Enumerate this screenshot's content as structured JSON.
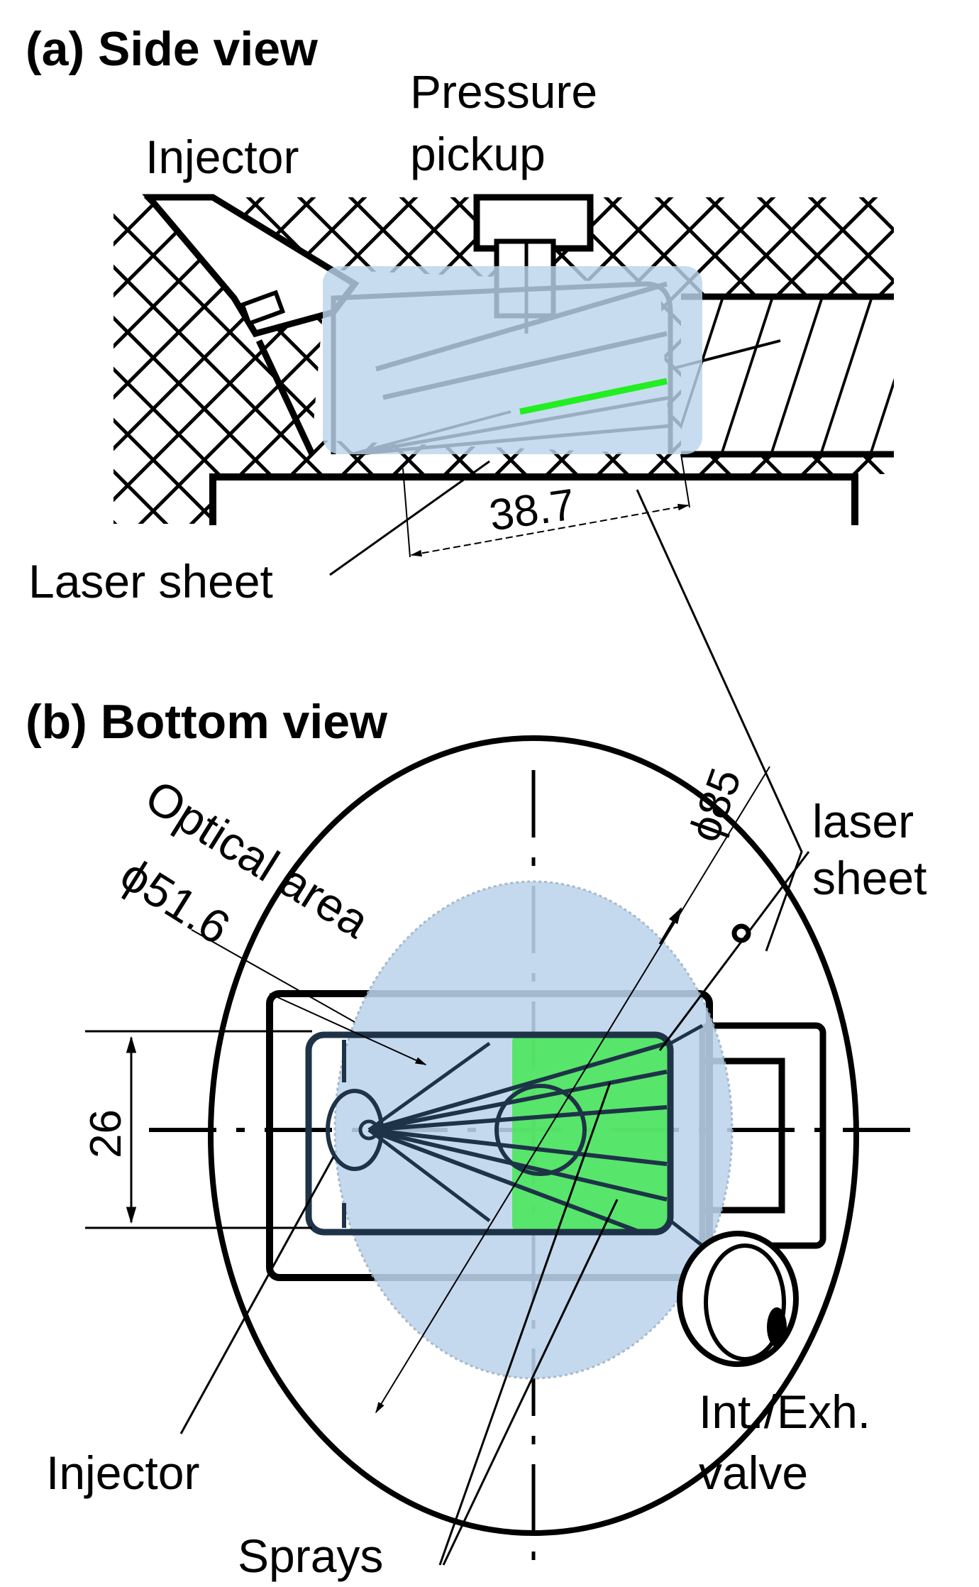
{
  "colors": {
    "optical_area": "#bcd4ec",
    "laser_sheet": "#22ee22",
    "laser_region": "#4ce65c",
    "line": "#000000"
  },
  "panel_a": {
    "title": "(a) Side view",
    "labels": {
      "injector": "Injector",
      "pressure_pickup_line1": "Pressure",
      "pressure_pickup_line2": "pickup",
      "laser_sheet": "Laser sheet"
    },
    "dimension": "38.7"
  },
  "panel_b": {
    "title": "(b) Bottom view",
    "labels": {
      "optical_area_line1": "Optical area",
      "optical_area_diameter": "ϕ51.6",
      "bore_diameter": "ϕ85",
      "laser_sheet_line1": "laser",
      "laser_sheet_line2": "sheet",
      "injector": "Injector",
      "sprays": "Sprays",
      "valve_line1": "Int./Exh.",
      "valve_line2": "valve"
    },
    "dimension": "26"
  }
}
